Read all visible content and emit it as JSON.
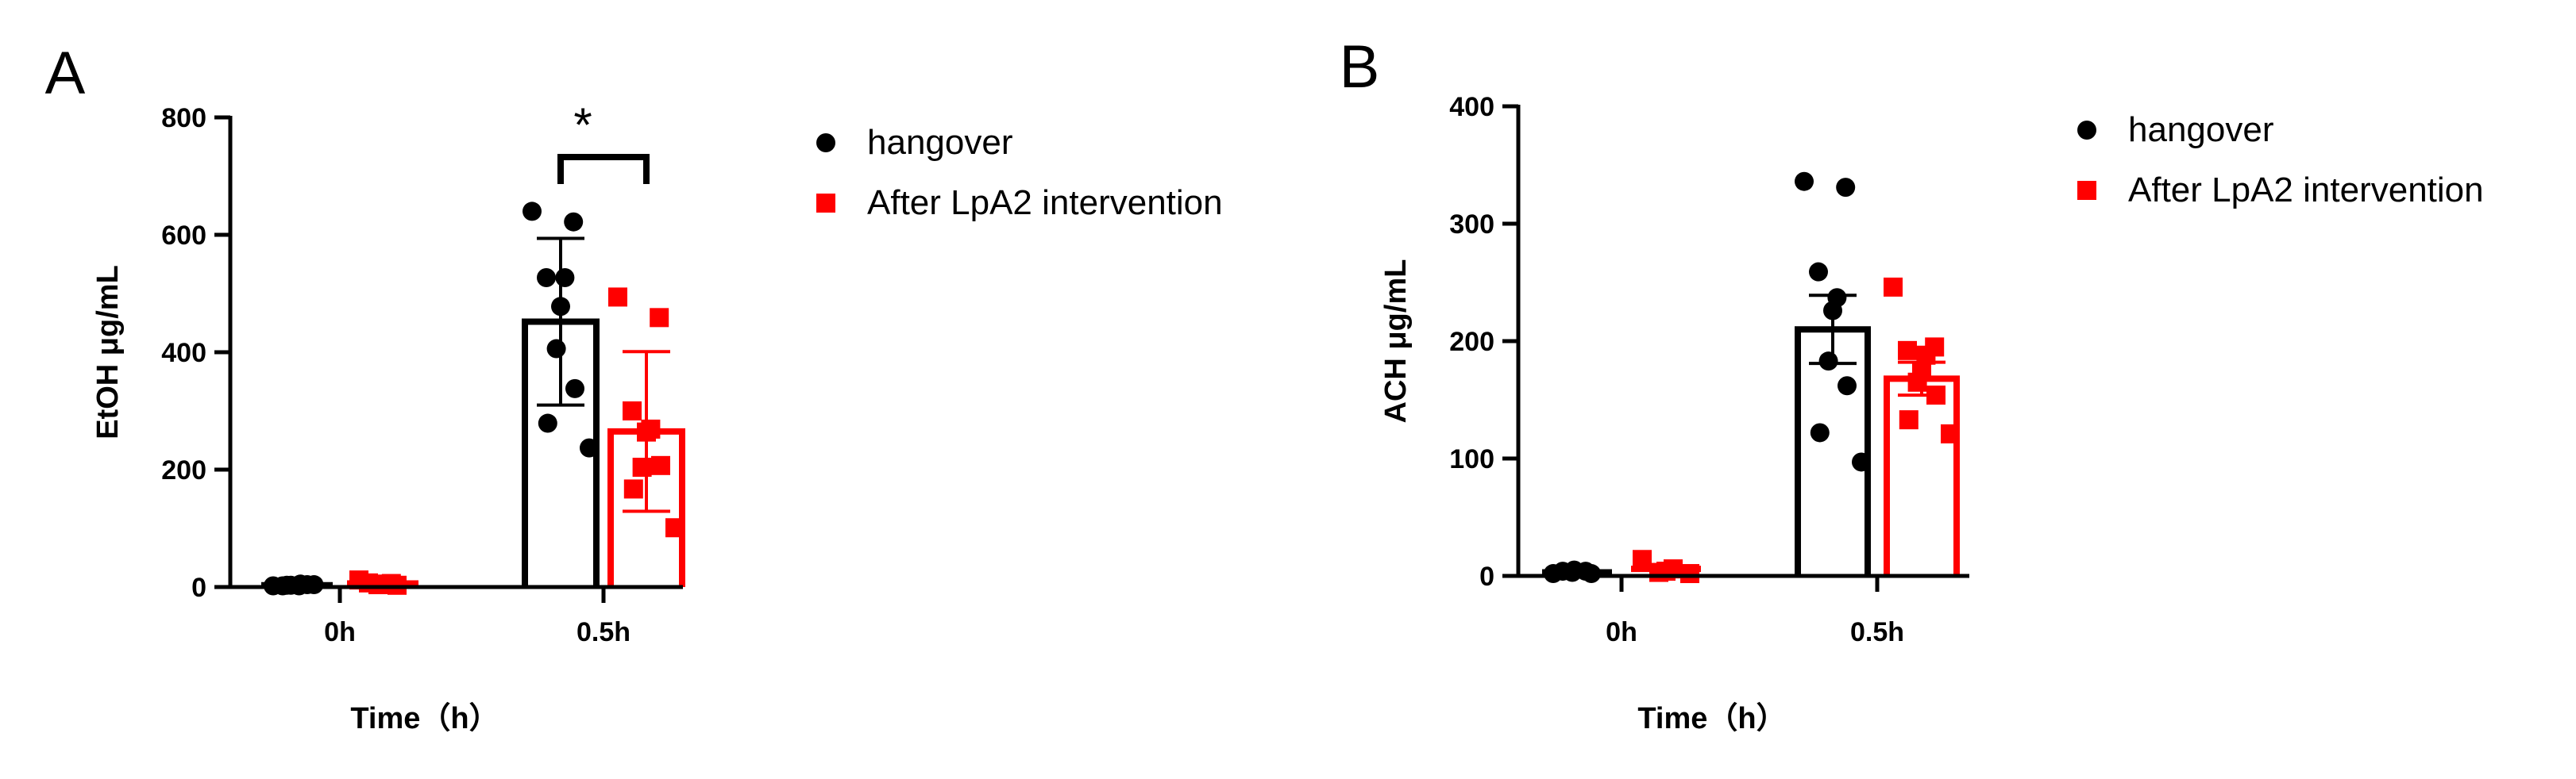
{
  "colors": {
    "hangover": "#000000",
    "lpa2": "#ff0000"
  },
  "legend": [
    {
      "label": "hangover",
      "marker": "circle",
      "color": "#000000"
    },
    {
      "label": "After LpA2 intervention",
      "marker": "square",
      "color": "#ff0000"
    }
  ],
  "chart_data": [
    {
      "type": "bar",
      "panel_label": "A",
      "xlabel": "Time（h）",
      "ylabel": "EtOH μg/mL",
      "categories": [
        "0h",
        "0.5h"
      ],
      "ylim": [
        0,
        800
      ],
      "yticks": [
        0,
        200,
        400,
        600,
        800
      ],
      "significance": {
        "category": "0.5h",
        "label": "*"
      },
      "series": [
        {
          "name": "hangover",
          "values": [
            3,
            452
          ],
          "errors": [
            1,
            142
          ],
          "points": [
            [
              2,
              4,
              3,
              2,
              5,
              3,
              4,
              2
            ],
            [
              640,
              622,
              527,
              527,
              478,
              406,
              338,
              279,
              237
            ]
          ]
        },
        {
          "name": "After LpA2 intervention",
          "values": [
            6,
            265
          ],
          "errors": [
            2,
            136
          ],
          "points": [
            [
              12,
              6,
              4,
              5,
              3,
              7
            ],
            [
              494,
              459,
              300,
              269,
              264,
              204,
              207,
              167,
              101
            ]
          ]
        }
      ]
    },
    {
      "type": "bar",
      "panel_label": "B",
      "xlabel": "Time（h）",
      "ylabel": "ACH μg/mL",
      "categories": [
        "0h",
        "0.5h"
      ],
      "ylim": [
        0,
        400
      ],
      "yticks": [
        0,
        100,
        200,
        300,
        400
      ],
      "series": [
        {
          "name": "hangover",
          "values": [
            3,
            210
          ],
          "errors": [
            1,
            29
          ],
          "points": [
            [
              2,
              4,
              3,
              5,
              2,
              4
            ],
            [
              336,
              331,
              259,
              237,
              226,
              183,
              162,
              122,
              97
            ]
          ]
        },
        {
          "name": "After LpA2 intervention",
          "values": [
            6,
            168
          ],
          "errors": [
            2,
            14
          ],
          "points": [
            [
              14,
              6,
              4,
              3,
              2
            ],
            [
              246,
              195,
              192,
              188,
              174,
              165,
              154,
              133,
              121
            ]
          ]
        }
      ]
    }
  ]
}
